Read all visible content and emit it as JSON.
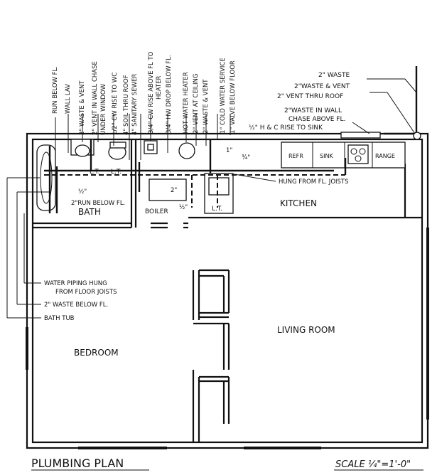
{
  "diagram": {
    "title": "PLUMBING PLAN",
    "scale": "SCALE ¼\"=1'-0\"",
    "rooms": {
      "bath": "BATH",
      "kitchen": "KITCHEN",
      "living": "LIVING ROOM",
      "bedroom": "BEDROOM",
      "boiler": "BOILER",
      "lt_boiler": "L.T.",
      "lt_kitchen": "L.T."
    },
    "vertical_labels": [
      "RUN BELOW FL.",
      "WALL LAV",
      "2\" WASTE & VENT",
      "2\" VENT IN WALL CHASE",
      "UNDER WINDOW",
      "1/2\" CW RISE TO WC",
      "4\" SOIL THRU ROOF",
      "4\" SANITARY SEWER",
      "3/4\" CW RISE ABOVE FL TO",
      "HEATER",
      "3/4\" HW DROP BELOW FL.",
      "HOT WATER HEATER",
      "2\" VENT AT CEILING",
      "2\" WASTE & VENT",
      "1\" COLD WATER SERVICE",
      "1\" VALVE BELOW FLOOR"
    ],
    "right_labels": {
      "waste_2": "2\" WASTE",
      "waste_vent": "2\"WASTE & VENT",
      "vent_roof": "2\" VENT THRU ROOF",
      "chase1": "2\"WASTE IN WALL",
      "chase2": "CHASE ABOVE FL.",
      "hc_rise": "½\" H & C RISE TO SINK"
    },
    "kitchen_fixtures": {
      "refr": "REFR",
      "sink": "SINK",
      "range": "RANGE"
    },
    "plan_notes": {
      "hung": "HUNG FROM FL. JOISTS",
      "run_below": "2\"RUN BELOW FL.",
      "lt_small": "L.T.",
      "cold": "½\"",
      "hot": "1\"",
      "three_q": "¾\"",
      "half": "½\"",
      "vent_sm": "2\""
    },
    "left_notes": {
      "water_piping1": "WATER PIPING HUNG",
      "water_piping2": "FROM FLOOR JOISTS",
      "waste_below": "2\" WASTE BELOW FL.",
      "bath_tub": "BATH TUB"
    }
  }
}
